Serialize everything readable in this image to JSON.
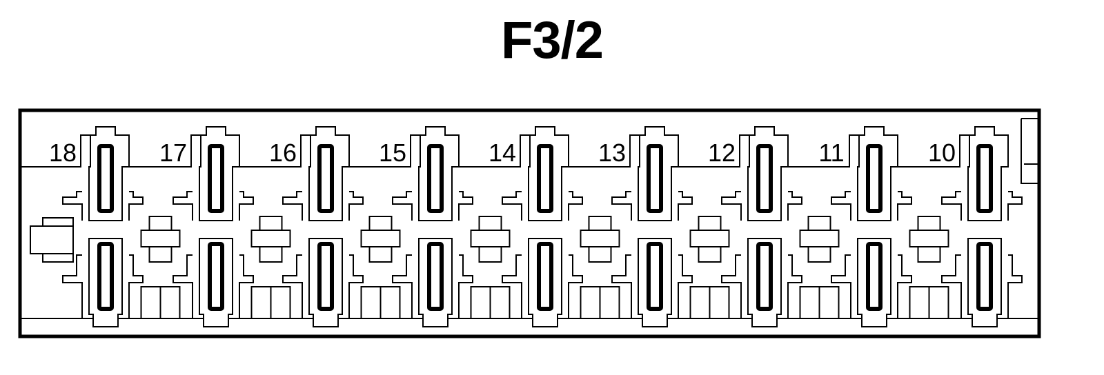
{
  "title": "F3/2",
  "fuse_positions": [
    "18",
    "17",
    "16",
    "15",
    "14",
    "13",
    "12",
    "11",
    "10"
  ],
  "colors": {
    "line": "#000000",
    "background": "#ffffff"
  }
}
